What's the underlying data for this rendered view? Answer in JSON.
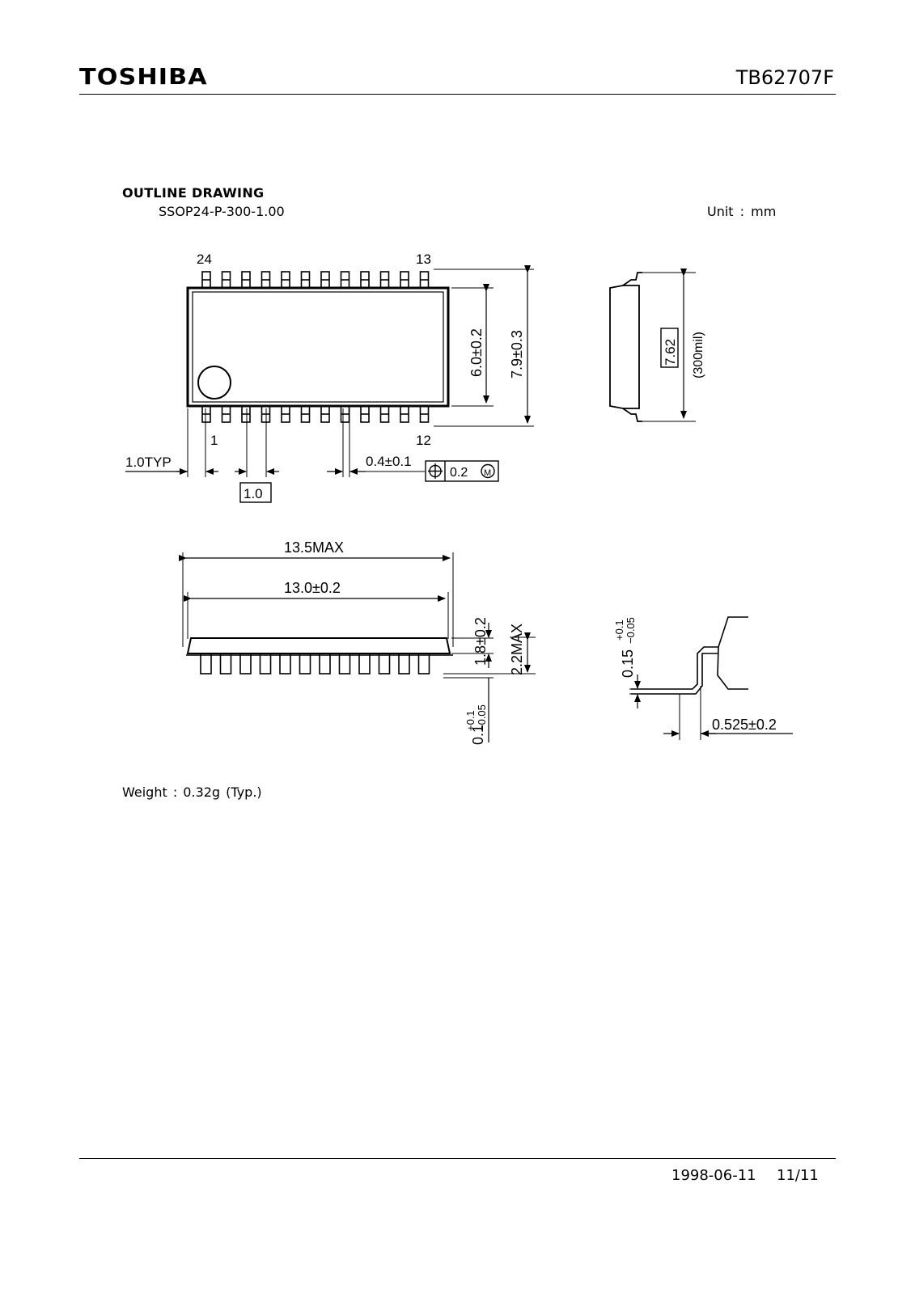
{
  "header": {
    "brand": "TOSHIBA",
    "part_number": "TB62707F"
  },
  "section": {
    "title": "OUTLINE DRAWING",
    "package_code": "SSOP24-P-300-1.00",
    "unit": "Unit : mm"
  },
  "drawing": {
    "pin_24": "24",
    "pin_13": "13",
    "pin_1": "1",
    "pin_12": "12",
    "body_width": "6.0±0.2",
    "overall_width": "7.9±0.3",
    "lead_span": "7.62",
    "lead_span_mil": "(300mil)",
    "lead_end": "1.0TYP",
    "lead_width": "0.4±0.1",
    "tolerance_value": "0.2",
    "tolerance_modifier": "M",
    "pitch": "1.0",
    "length_max": "13.5MAX",
    "length": "13.0±0.2",
    "body_height": "1.8±0.2",
    "height_max": "2.2MAX",
    "standoff": "0.1",
    "standoff_tol_plus": "+0.1",
    "standoff_tol_minus": "−0.05",
    "lead_thickness": "0.15",
    "lead_thick_tol_plus": "+0.1",
    "lead_thick_tol_minus": "−0.05",
    "foot_length": "0.525±0.2"
  },
  "weight": "Weight : 0.32g (Typ.)",
  "footer": {
    "date": "1998-06-11",
    "page": "11/11"
  }
}
